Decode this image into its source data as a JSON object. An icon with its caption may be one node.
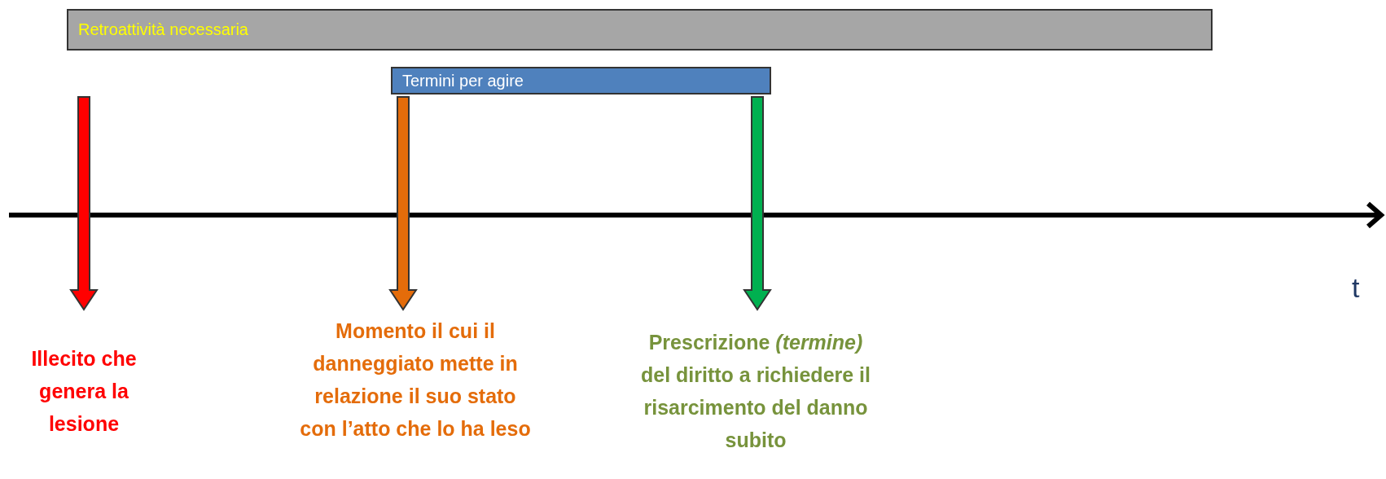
{
  "diagram": {
    "nodes": [
      {
        "text": [
          "Retroattività necessaria"
        ]
      },
      {
        "text": [
          "Termini per agire"
        ]
      },
      {
        "text": [
          "Illecito che genera la lesione"
        ]
      },
      {
        "text": [
          "Momento il cui il danneggiato mette in relazione il suo stato con l’atto che lo ha leso"
        ]
      },
      {
        "text": [
          "Prescrizione *(termine)* del diritto a richiedere il risarcimento del danno subito"
        ]
      }
    ],
    "edges": [
      {
        "from": null,
        "to": 2,
        "arrow": "to",
        "color": "#ff0000"
      },
      {
        "from": null,
        "to": 3,
        "arrow": "to",
        "color": "#e46c0a"
      },
      {
        "from": null,
        "to": 4,
        "arrow": "to",
        "color": "#00b050"
      }
    ],
    "labels": [
      "t"
    ]
  }
}
